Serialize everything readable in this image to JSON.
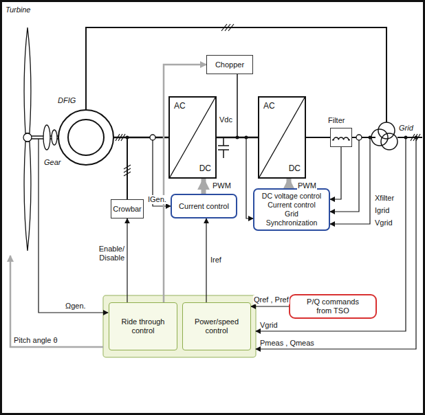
{
  "diagram": {
    "nodes": [
      {
        "text": [
          "Chopper"
        ]
      },
      {
        "text": [
          "Crowbar"
        ]
      },
      {
        "text": [
          "AC",
          "DC"
        ]
      },
      {
        "text": [
          "AC",
          "DC"
        ]
      },
      {
        "text": [
          "Filter"
        ]
      },
      {
        "text": [
          "Current control"
        ]
      },
      {
        "text": [
          "DC voltage control",
          "Current control",
          "Grid Synchronization"
        ]
      },
      {
        "text": [
          "P/Q commands from TSO"
        ]
      },
      {
        "text": [
          "Ride through control"
        ]
      },
      {
        "text": [
          "Power/speed control"
        ]
      }
    ],
    "edges": [
      {
        "from": 5,
        "to": 2,
        "arrow": "to",
        "label": "PWM"
      },
      {
        "from": 6,
        "to": 3,
        "arrow": "to",
        "label": "PWM"
      },
      {
        "from": 9,
        "to": 5,
        "arrow": "to",
        "label": "Iref"
      },
      {
        "from": 7,
        "to": 9,
        "arrow": "to",
        "label": "Qref , Pref"
      },
      {
        "from": 8,
        "to": 1,
        "arrow": "to",
        "label": "Enable/ Disable"
      },
      {
        "from": 8,
        "to": 0,
        "arrow": "to"
      },
      {
        "from": 2,
        "to": 3,
        "arrow": "none"
      },
      {
        "from": 3,
        "to": 4,
        "arrow": "none"
      }
    ],
    "labels": [
      "Turbine",
      "DFIG",
      "Gear",
      "IGen.",
      "Vdc",
      "Xfilter",
      "Igrid",
      "Vgrid",
      "Ωgen.",
      "Pitch angle θ",
      "Vgrid",
      "Pmeas , Qmeas",
      "Grid"
    ]
  }
}
